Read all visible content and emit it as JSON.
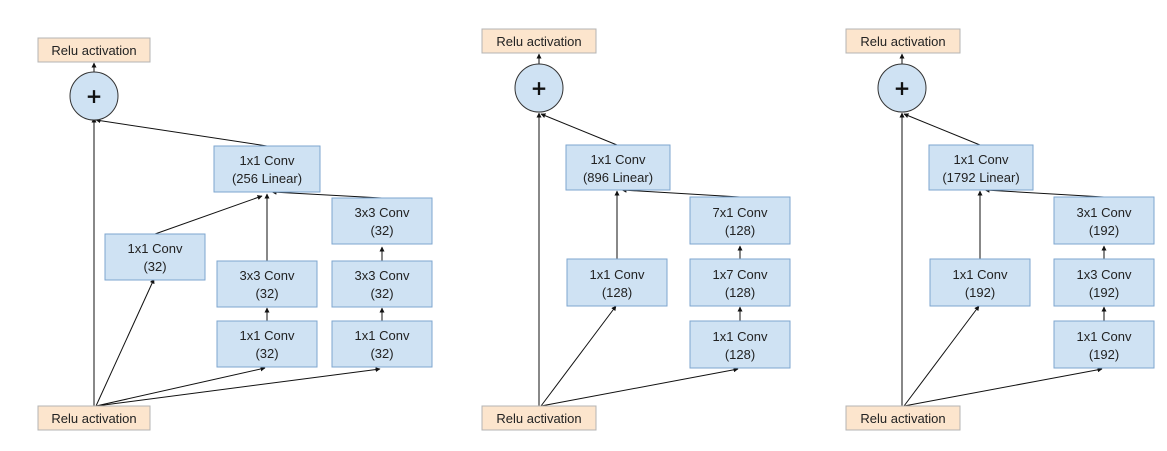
{
  "diagram": {
    "blocks": [
      {
        "output": "Relu activation",
        "input": "Relu activation",
        "sum_symbol": "+",
        "nodes": {
          "linear": [
            "1x1 Conv",
            "(256 Linear)"
          ],
          "b1_conv": [
            "1x1 Conv",
            "(32)"
          ],
          "b2_top": [
            "3x3 Conv",
            "(32)"
          ],
          "b2_bottom": [
            "1x1 Conv",
            "(32)"
          ],
          "b3_top": [
            "3x3 Conv",
            "(32)"
          ],
          "b3_mid": [
            "3x3 Conv",
            "(32)"
          ],
          "b3_bottom": [
            "1x1 Conv",
            "(32)"
          ]
        }
      },
      {
        "output": "Relu activation",
        "input": "Relu activation",
        "sum_symbol": "+",
        "nodes": {
          "linear": [
            "1x1 Conv",
            "(896 Linear)"
          ],
          "b1_conv": [
            "1x1 Conv",
            "(128)"
          ],
          "b2_top": [
            "7x1 Conv",
            "(128)"
          ],
          "b2_mid": [
            "1x7 Conv",
            "(128)"
          ],
          "b2_bottom": [
            "1x1 Conv",
            "(128)"
          ]
        }
      },
      {
        "output": "Relu activation",
        "input": "Relu activation",
        "sum_symbol": "+",
        "nodes": {
          "linear": [
            "1x1 Conv",
            "(1792 Linear)"
          ],
          "b1_conv": [
            "1x1 Conv",
            "(192)"
          ],
          "b2_top": [
            "3x1 Conv",
            "(192)"
          ],
          "b2_mid": [
            "1x3 Conv",
            "(192)"
          ],
          "b2_bottom": [
            "1x1 Conv",
            "(192)"
          ]
        }
      }
    ]
  }
}
